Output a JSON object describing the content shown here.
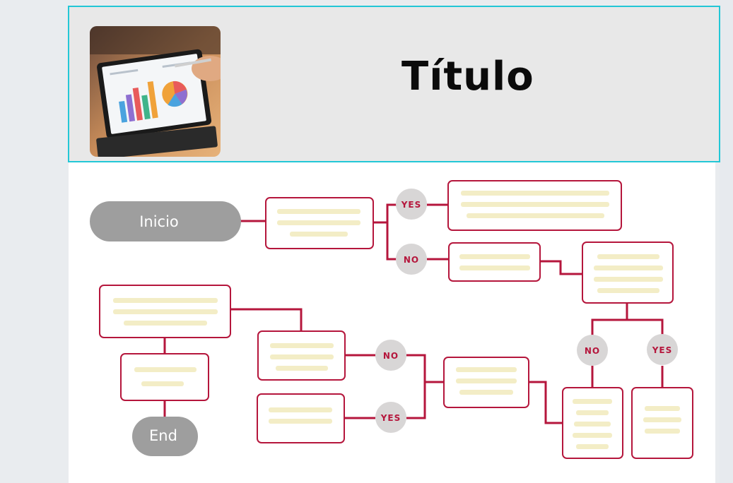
{
  "header": {
    "title": "Título",
    "image_icon": "tablet-with-charts-photo"
  },
  "flowchart": {
    "start_label": "Inicio",
    "end_label": "End",
    "decisions": {
      "yes_top": "YES",
      "no_top": "NO",
      "no_right": "NO",
      "yes_right": "YES",
      "no_mid": "NO",
      "yes_bottom": "YES"
    }
  },
  "colors": {
    "accent": "#b5163c",
    "terminal": "#9e9e9e",
    "decision": "#d8d6d6",
    "header_bg": "#e8e8e8",
    "header_border": "#22c7d6"
  }
}
